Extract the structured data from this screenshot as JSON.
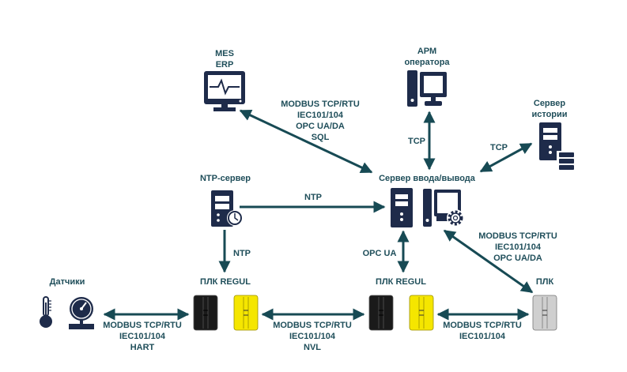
{
  "colors": {
    "navy": "#1e2b4a",
    "link": "#174a54",
    "text": "#1f4e5a",
    "plc_black": "#1a1a1a",
    "plc_yellow": "#f5e600",
    "plc_gray": "#cfcfcf"
  },
  "nodes": {
    "mes": {
      "lines": [
        "MES",
        "ERP"
      ],
      "icon": "monitor-pulse-icon"
    },
    "arm": {
      "lines": [
        "АРМ",
        "оператора"
      ],
      "icon": "workstation-icon"
    },
    "history": {
      "lines": [
        "Сервер",
        "истории"
      ],
      "icon": "database-server-icon"
    },
    "io_server": {
      "lines": [
        "Сервер ввода/вывода"
      ],
      "icon": "server-gear-icon"
    },
    "ntp": {
      "lines": [
        "NTP-сервер"
      ],
      "icon": "server-clock-icon"
    },
    "sensors": {
      "lines": [
        "Датчики"
      ],
      "icon": "thermometer-gauge-icon"
    },
    "plc1": {
      "lines": [
        "ПЛК REGUL"
      ],
      "icon": "plc-modules-icon"
    },
    "plc2": {
      "lines": [
        "ПЛК REGUL"
      ],
      "icon": "plc-modules-icon"
    },
    "plc3": {
      "lines": [
        "ПЛК"
      ],
      "icon": "plc-module-icon"
    }
  },
  "links": {
    "mes_io": [
      "MODBUS TCP/RTU",
      "IEC101/104",
      "OPC UA/DA",
      "SQL"
    ],
    "arm_io": [
      "TCP"
    ],
    "history_io": [
      "TCP"
    ],
    "ntp_io": [
      "NTP"
    ],
    "ntp_plc1": [
      "NTP"
    ],
    "io_plc2": [
      "OPC UA"
    ],
    "io_plc3": [
      "MODBUS TCP/RTU",
      "IEC101/104",
      "OPC UA/DA"
    ],
    "sensors_plc1": [
      "MODBUS TCP/RTU",
      "IEC101/104",
      "HART"
    ],
    "plc1_plc2": [
      "MODBUS TCP/RTU",
      "IEC101/104",
      "NVL"
    ],
    "plc2_plc3": [
      "MODBUS TCP/RTU",
      "IEC101/104"
    ]
  }
}
